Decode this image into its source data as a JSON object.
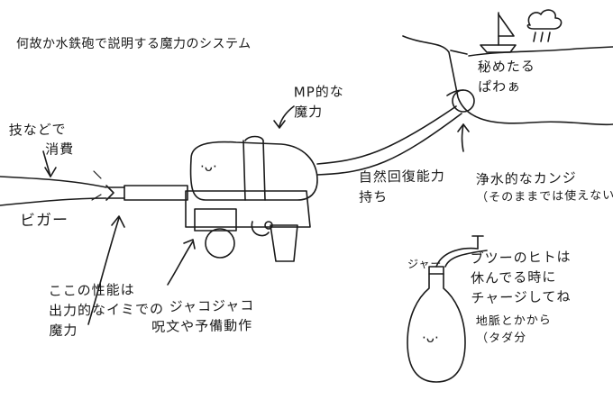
{
  "title": "何故か水鉄砲で説明する魔力のシステム",
  "labels": {
    "technique_consumption": [
      "技などで",
      "消費"
    ],
    "beam": "ビガー",
    "mp_equivalent": [
      "MP的な",
      "魔力"
    ],
    "hidden_power": [
      "秘めたる",
      "ぱわぁ"
    ],
    "natural_recovery": [
      "自然回復能力",
      "持ち"
    ],
    "purifying": [
      "浄水的なカンジ",
      "（そのままでは使えない"
    ],
    "performance": [
      "ここの性能は",
      "出力的なイミでの",
      "魔力"
    ],
    "chanting": [
      "ジャコジャコ",
      "呪文や予備動作"
    ],
    "splash": "ジャー",
    "recharge": [
      "ブツーのヒトは",
      "休んでる時に",
      "チャージしてね"
    ],
    "ley_lines": [
      "地脈とかから",
      "（タダ分"
    ]
  },
  "faces": {
    "gun": "·ᴗ·",
    "bottle": "·ᴗ·"
  }
}
